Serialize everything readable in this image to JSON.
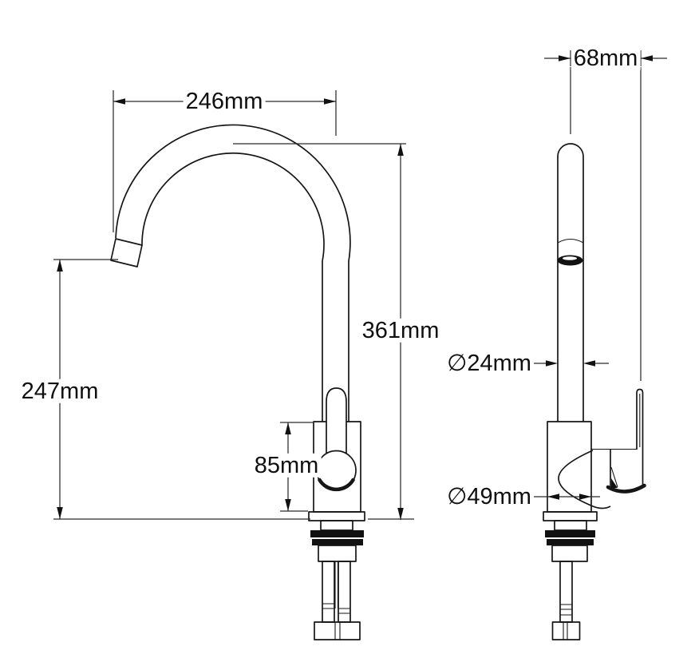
{
  "drawing": {
    "kind": "kitchen-faucet-dimension-drawing",
    "dimensions": {
      "spout_reach": "246mm",
      "overall_height": "361mm",
      "spout_outlet_height": "247mm",
      "body_height": "85mm",
      "handle_offset": "68mm",
      "spout_pipe_diameter": "∅24mm",
      "body_base_diameter": "∅49mm"
    }
  }
}
